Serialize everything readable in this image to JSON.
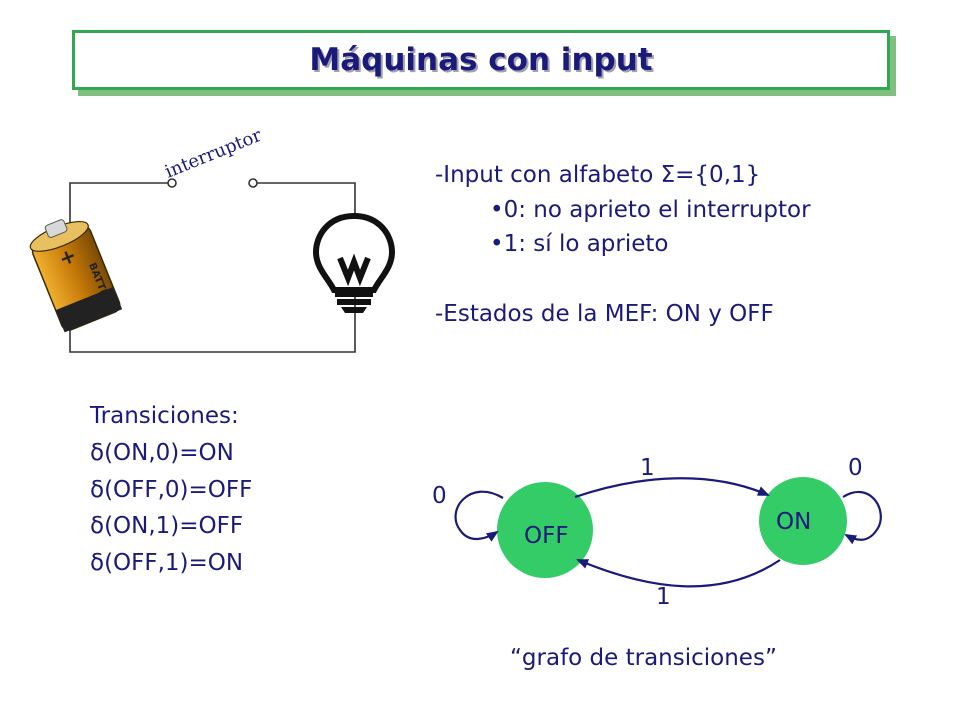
{
  "title": "Máquinas con input",
  "circuit": {
    "switch_label": "interruptor",
    "battery_text": "BATTERY",
    "battery_plus": "+"
  },
  "description": {
    "line1_prefix": "-Input con alfabeto ",
    "line1_sigma": "Σ",
    "line1_suffix": "={0,1}",
    "bullet1": "•0: no aprieto el interruptor",
    "bullet2": "•1: sí lo aprieto",
    "line_states": "-Estados de la MEF: ON y OFF"
  },
  "transitions": {
    "heading": "Transiciones:",
    "items": [
      {
        "delta": "δ",
        "text": "(ON,0)=ON"
      },
      {
        "delta": "δ",
        "text": "(OFF,0)=OFF"
      },
      {
        "delta": "δ",
        "text": "(ON,1)=OFF"
      },
      {
        "delta": "δ",
        "text": "(OFF,1)=ON"
      }
    ]
  },
  "graph": {
    "state_off": "OFF",
    "state_on": "ON",
    "label_off_to_on": "1",
    "label_on_to_off": "1",
    "label_off_loop": "0",
    "label_on_loop": "0",
    "node_color": "#33cc66",
    "caption": "“grafo de transiciones”"
  },
  "colors": {
    "text": "#1a1a7a",
    "title_border": "#2fa84f",
    "battery_body": "#d48a10"
  }
}
